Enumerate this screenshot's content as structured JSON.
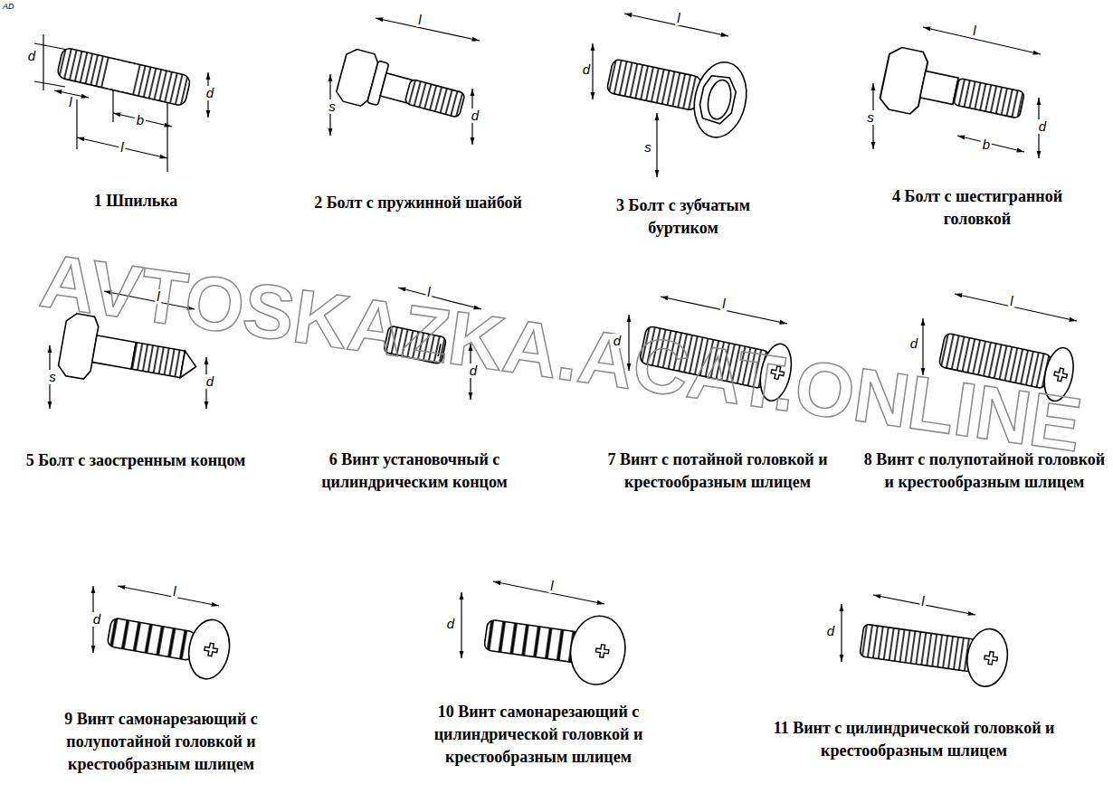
{
  "diagram": {
    "labels": [
      "AD",
      "d",
      "l",
      "b",
      "l",
      "d",
      "1 Шпилька",
      "l",
      "s",
      "d",
      "2 Болт с пружинной шайбой",
      "l",
      "d",
      "s",
      "3 Болт с зубчатым буртиком",
      "l",
      "s",
      "b",
      "d",
      "4 Болт с шестигранной головкой",
      "l",
      "s",
      "d",
      "5 Болт с заостренным концом",
      "l",
      "d",
      "6 Винт установочный с цилиндрическим концом",
      "l",
      "d",
      "7 Винт с потайной головкой и крестообразным шлицем",
      "l",
      "d",
      "8 Винт с полупотайной головкой и крестообразным шлицем",
      "d",
      "l",
      "9 Винт самонарезающий с полупотайной головкой и крестообразным шлицем",
      "d",
      "l",
      "10 Винт самонарезающий с цилиндрической головкой и крестообразным шлицем",
      "d",
      "l",
      "11 Винт с цилиндрической головкой и крестообразным шлицем",
      "AVTOSKAZKA.ACAT.ONLINE"
    ]
  }
}
